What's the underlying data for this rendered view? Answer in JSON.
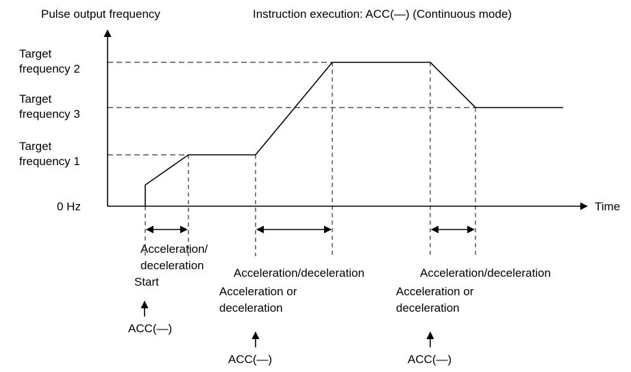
{
  "header": {
    "y_axis_title": "Pulse output frequency",
    "caption": "Instruction execution: ACC(—) (Continuous mode)"
  },
  "y_labels": {
    "target2": [
      "Target",
      "frequency 2"
    ],
    "target3": [
      "Target",
      "frequency 3"
    ],
    "target1": [
      "Target",
      "frequency 1"
    ],
    "zero": "0 Hz"
  },
  "x_axis_title": "Time",
  "annotations": {
    "span1": [
      "Acceleration/",
      "deceleration"
    ],
    "start": "Start",
    "span2": "Acceleration/deceleration",
    "span3": "Acceleration/deceleration",
    "accdec_mid": [
      "Acceleration or",
      "deceleration"
    ],
    "accdec_right": [
      "Acceleration or",
      "deceleration"
    ]
  },
  "instructions": {
    "first": "ACC(—)",
    "second": "ACC(—)",
    "third": "ACC(—)"
  }
}
